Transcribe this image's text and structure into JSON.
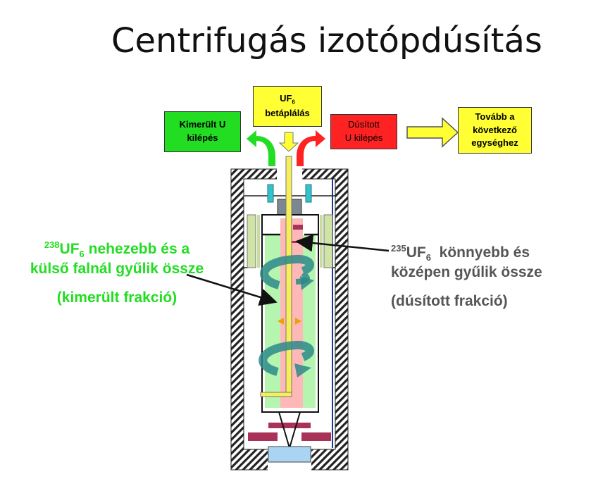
{
  "title": "Centrifugás izotópdúsítás",
  "boxes": {
    "depleted_exit": {
      "line1": "Kimerült U",
      "line2": "kilépés",
      "color": "#22dd22"
    },
    "feed": {
      "prefix": "UF",
      "subscript": "6",
      "line2": "betáplálás",
      "color": "#ffff33"
    },
    "enriched_exit": {
      "line1": "Dúsított",
      "line2": "U kilépés",
      "color": "#ff2222"
    },
    "next_unit": {
      "line1": "Tovább a",
      "line2": "következő",
      "line3": "egységhez",
      "color": "#ffff33"
    }
  },
  "labels": {
    "heavy": {
      "isotope": "238",
      "formula": "UF",
      "subscript": "6",
      "line1_rest": " nehezebb és a",
      "line2": "külső falnál gyűlik össze",
      "line3": "(kimerült frakció)",
      "color": "#22dd22"
    },
    "light": {
      "isotope": "235",
      "formula": "UF",
      "subscript": "6",
      "line1_rest": "  könnyebb és",
      "line2": "középen gyűlik össze",
      "line3": "(dúsított frakció)",
      "color": "#555555"
    }
  }
}
